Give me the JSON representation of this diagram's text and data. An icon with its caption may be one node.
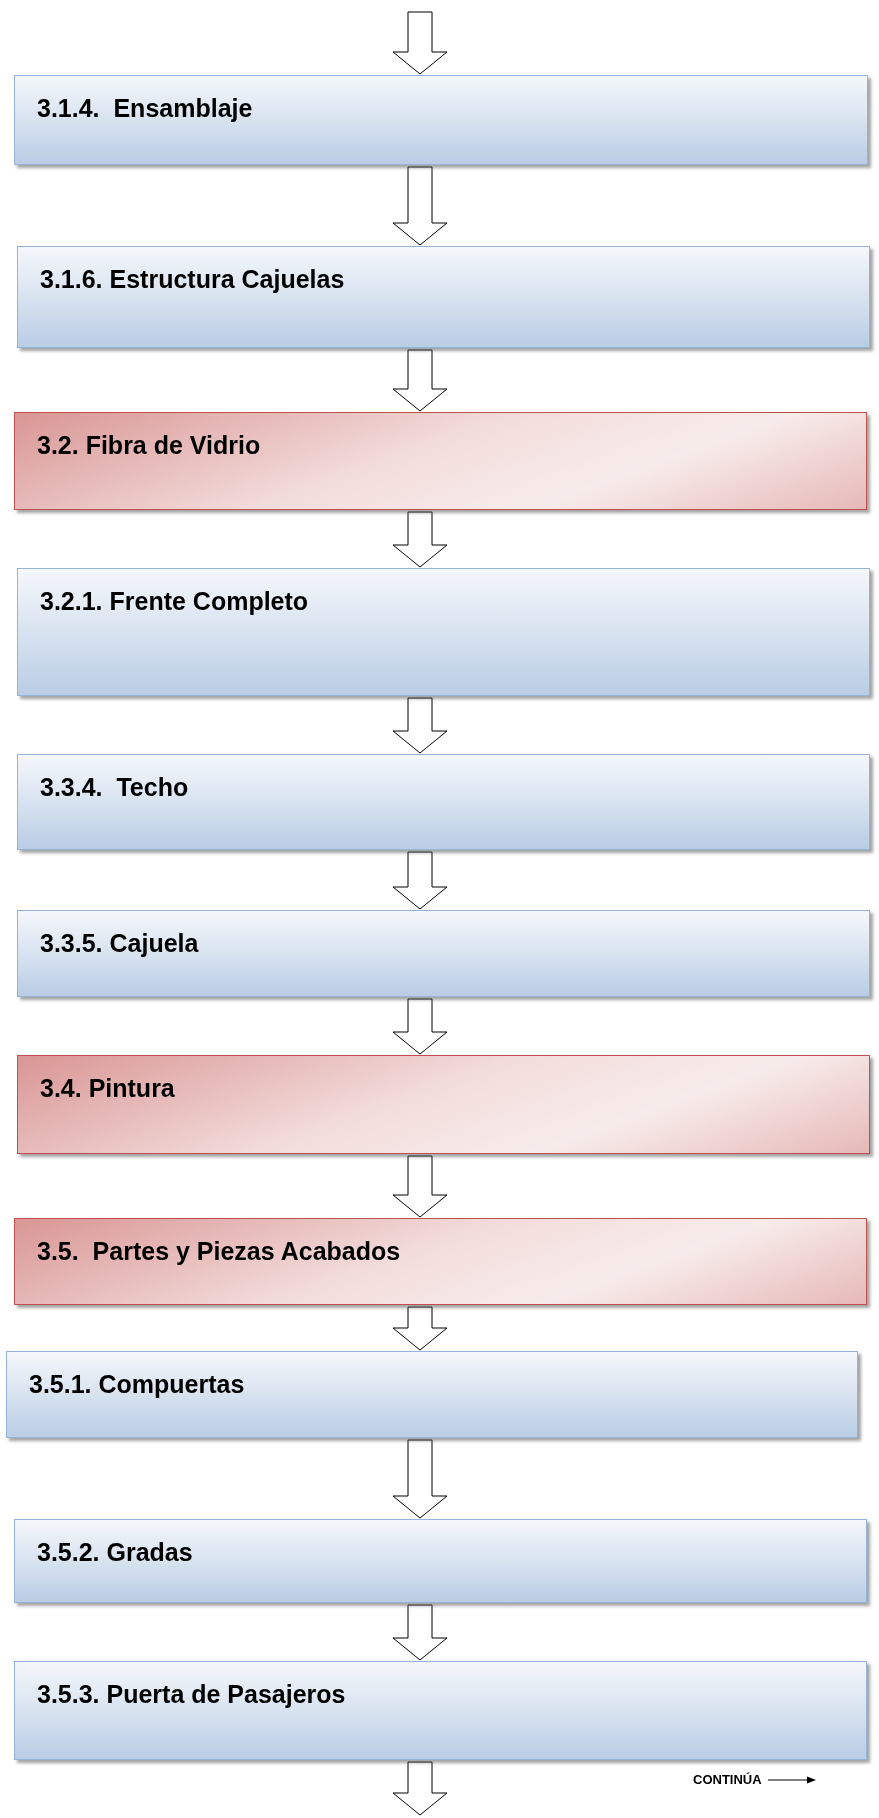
{
  "diagram": {
    "nodes": [
      {
        "text": [
          "3.1.4.  Ensamblaje"
        ]
      },
      {
        "text": [
          "3.1.6. Estructura Cajuelas"
        ]
      },
      {
        "text": [
          "3.2. Fibra de Vidrio"
        ]
      },
      {
        "text": [
          "3.2.1. Frente Completo"
        ]
      },
      {
        "text": [
          "3.3.4.  Techo"
        ]
      },
      {
        "text": [
          "3.3.5. Cajuela"
        ]
      },
      {
        "text": [
          "3.4. Pintura"
        ]
      },
      {
        "text": [
          "3.5.  Partes y Piezas Acabados"
        ]
      },
      {
        "text": [
          "3.5.1. Compuertas"
        ]
      },
      {
        "text": [
          "3.5.2. Gradas"
        ]
      },
      {
        "text": [
          "3.5.3. Puerta de Pasajeros"
        ]
      }
    ],
    "edges": [
      {
        "from": null,
        "to": 0,
        "arrow": "to"
      },
      {
        "from": 0,
        "to": 1,
        "arrow": "to"
      },
      {
        "from": 1,
        "to": 2,
        "arrow": "to"
      },
      {
        "from": 2,
        "to": 3,
        "arrow": "to"
      },
      {
        "from": 3,
        "to": 4,
        "arrow": "to"
      },
      {
        "from": 4,
        "to": 5,
        "arrow": "to"
      },
      {
        "from": 5,
        "to": 6,
        "arrow": "to"
      },
      {
        "from": 6,
        "to": 7,
        "arrow": "to"
      },
      {
        "from": 7,
        "to": 8,
        "arrow": "to"
      },
      {
        "from": 8,
        "to": 9,
        "arrow": "to"
      },
      {
        "from": 9,
        "to": 10,
        "arrow": "to"
      },
      {
        "from": 10,
        "to": null,
        "arrow": "to"
      }
    ],
    "labels": [
      "CONTINÚA"
    ]
  }
}
